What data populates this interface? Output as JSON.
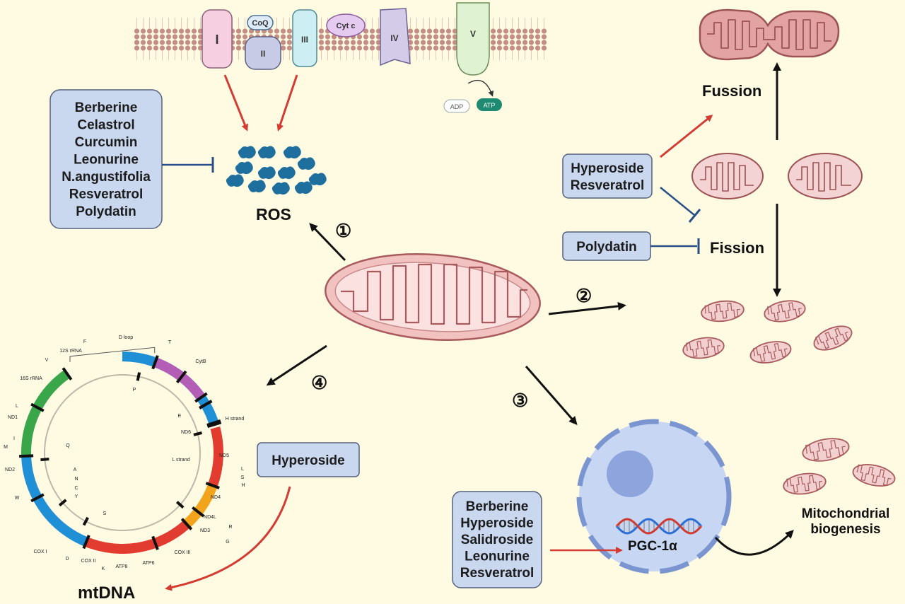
{
  "membrane": {
    "complex_1": "I",
    "coq": "CoQ",
    "complex_2": "II",
    "complex_3": "III",
    "cytc": "Cyt c",
    "complex_4": "IV",
    "complex_5": "V",
    "adp": "ADP",
    "atp": "ATP"
  },
  "ros_inhibitors": [
    "Berberine",
    "Celastrol",
    "Curcumin",
    "Leonurine",
    "N.angustifolia",
    "Resveratrol",
    "Polydatin"
  ],
  "ros_label": "ROS",
  "step_numbers": [
    "①",
    "②",
    "③",
    "④"
  ],
  "fusion_label": "Fussion",
  "fission_label": "Fission",
  "fusion_promoters": [
    "Hyperoside",
    "Resveratrol"
  ],
  "fission_inhibitor": "Polydatin",
  "mtdna_drug": "Hyperoside",
  "mtdna_label": "mtDNA",
  "biogenesis_drugs": [
    "Berberine",
    "Hyperoside",
    "Salidroside",
    "Leonurine",
    "Resveratrol"
  ],
  "pgc_label": "PGC-1α",
  "biogenesis_label": [
    "Mitochondrial",
    "biogenesis"
  ],
  "mtdna_map": {
    "dloop": "D loop",
    "h_strand": "H strand",
    "l_strand": "L strand",
    "genes": [
      "12S rRNA",
      "16S rRNA",
      "ND1",
      "ND2",
      "COX I",
      "COX II",
      "ATP8",
      "ATP6",
      "COX III",
      "ND3",
      "ND4L",
      "ND4",
      "ND5",
      "ND6",
      "CytB"
    ],
    "trna": [
      "F",
      "V",
      "L",
      "I",
      "M",
      "Q",
      "A",
      "N",
      "C",
      "Y",
      "W",
      "S",
      "D",
      "K",
      "G",
      "R",
      "H",
      "S",
      "L",
      "E",
      "T",
      "P"
    ]
  },
  "colors": {
    "background": "#fffbe3",
    "box_fill": "#c9d7ef",
    "box_stroke": "#55617c",
    "activation_arrow": "#d33b33",
    "inhibition_line": "#2a4f86",
    "mito_fill": "#f1c2c0",
    "mito_stroke": "#a85a5c",
    "ros_blue": "#1f6f9e"
  }
}
